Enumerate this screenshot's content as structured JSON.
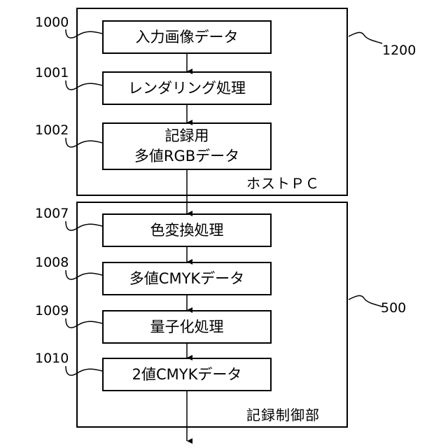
{
  "groups": {
    "host": {
      "label": "ホストＰＣ",
      "ref": "1200"
    },
    "controller": {
      "label": "記録制御部",
      "ref": "500"
    }
  },
  "steps": [
    {
      "ref": "1000",
      "label": "入力画像データ"
    },
    {
      "ref": "1001",
      "label": "レンダリング処理"
    },
    {
      "ref": "1002",
      "label_line1": "記録用",
      "label_line2": "多値RGBデータ"
    },
    {
      "ref": "1007",
      "label": "色変換処理"
    },
    {
      "ref": "1008",
      "label": "多値CMYKデータ"
    },
    {
      "ref": "1009",
      "label": "量子化処理"
    },
    {
      "ref": "1010",
      "label": "2値CMYKデータ"
    }
  ]
}
